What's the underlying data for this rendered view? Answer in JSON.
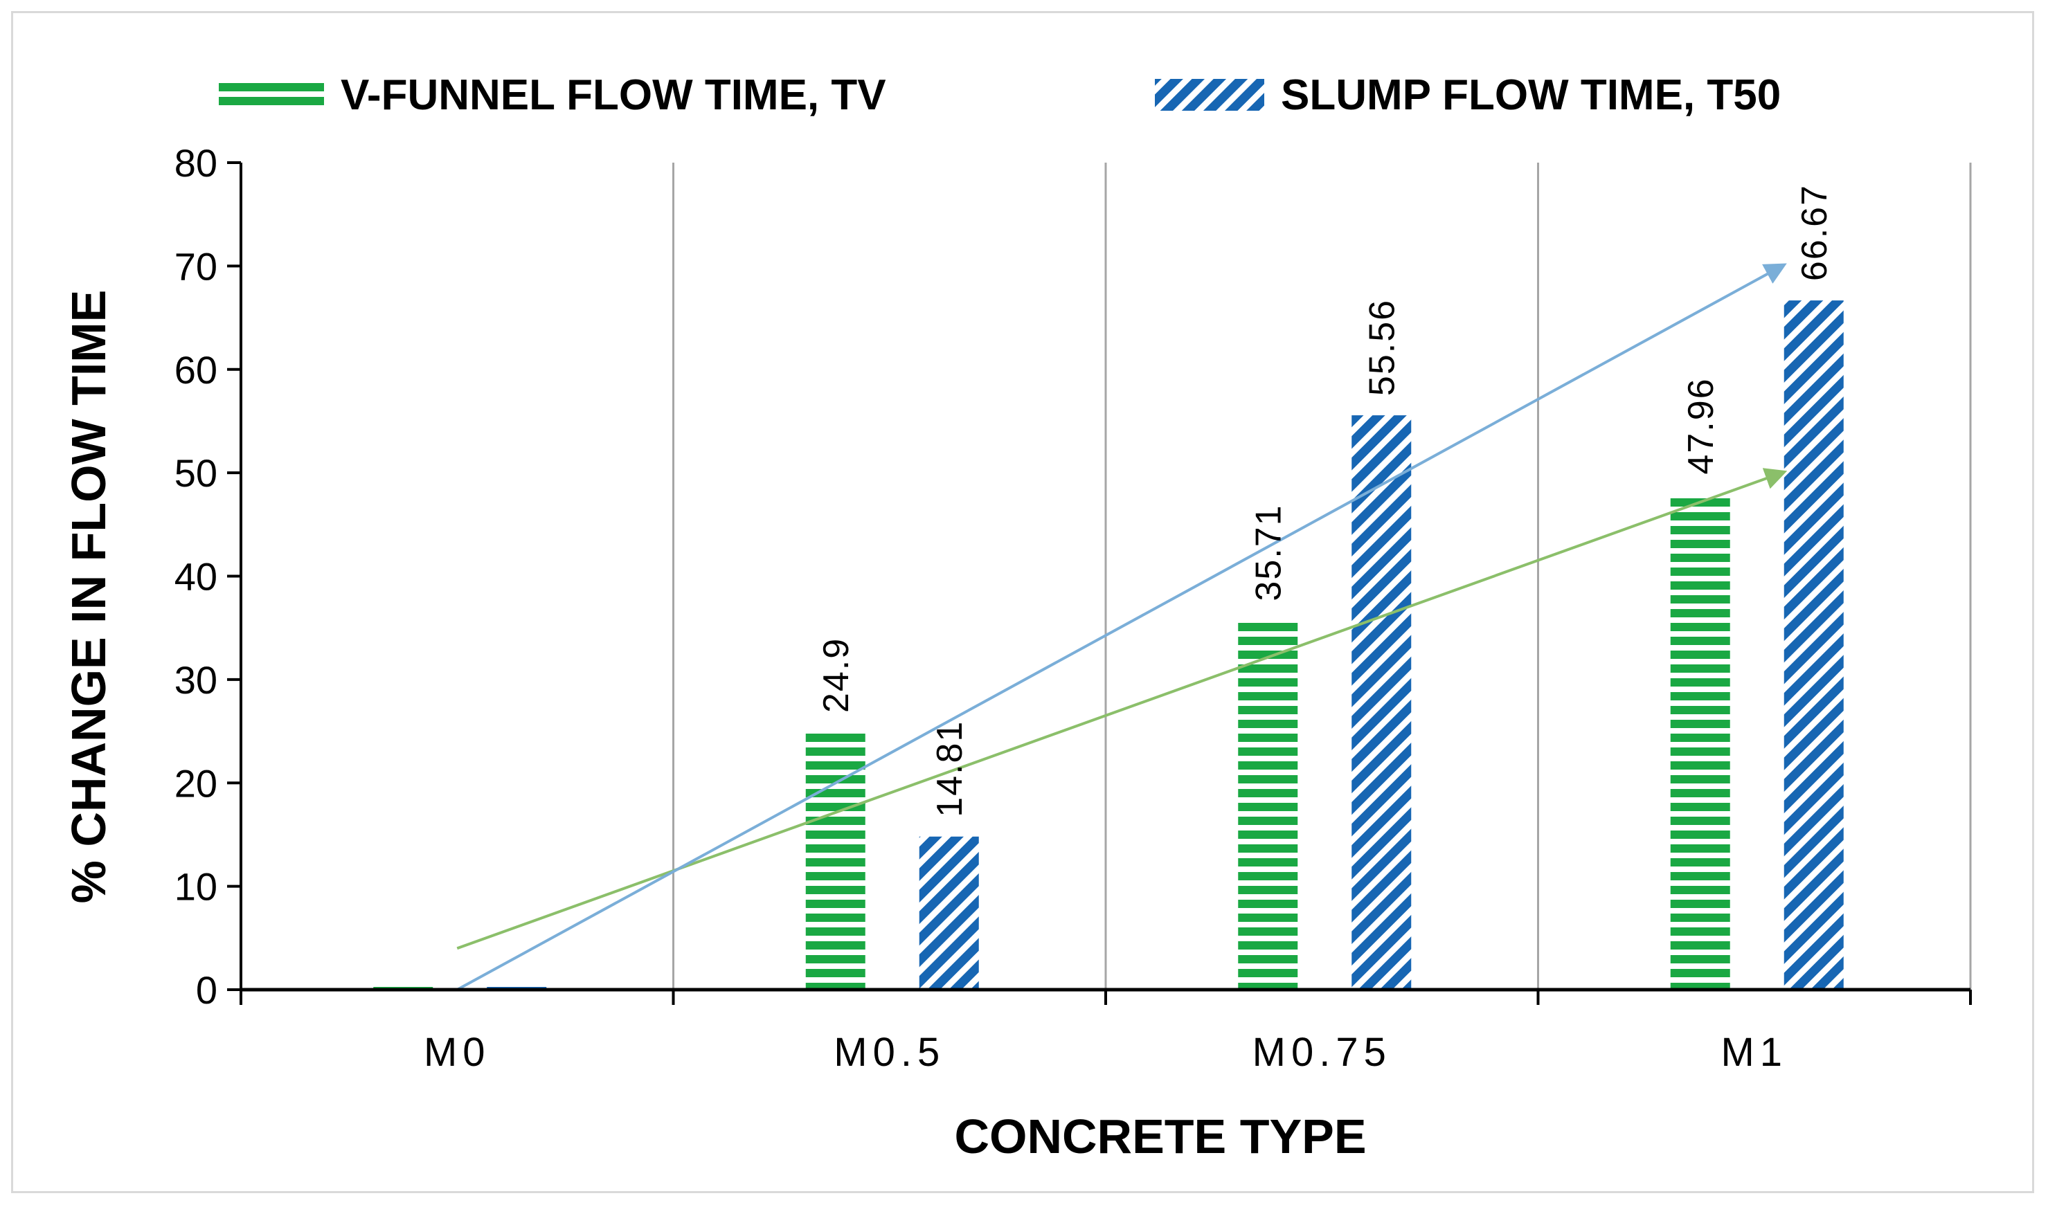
{
  "chart_data": {
    "type": "bar",
    "categories": [
      "M0",
      "M0.5",
      "M0.75",
      "M1"
    ],
    "series": [
      {
        "name": "V-FUNNEL FLOW TIME, TV",
        "values": [
          0,
          24.9,
          35.71,
          47.96
        ],
        "labels": [
          "",
          "24.9",
          "35.71",
          "47.96"
        ],
        "color": "#1aa843",
        "pattern": "horizontal-stripes"
      },
      {
        "name": "SLUMP FLOW TIME, T50",
        "values": [
          0,
          14.81,
          55.56,
          66.67
        ],
        "labels": [
          "",
          "14.81",
          "55.56",
          "66.67"
        ],
        "color": "#1766b3",
        "pattern": "diagonal-stripes"
      }
    ],
    "trendlines": [
      {
        "series": "V-FUNNEL FLOW TIME, TV",
        "color": "#8bbf6a",
        "start": [
          0,
          4
        ],
        "end": [
          3,
          50
        ],
        "arrow": true
      },
      {
        "series": "SLUMP FLOW TIME, T50",
        "color": "#7aaed8",
        "start": [
          0,
          0
        ],
        "end": [
          3,
          70
        ],
        "arrow": true
      }
    ],
    "xlabel": "CONCRETE TYPE",
    "ylabel": "% CHANGE IN FLOW TIME",
    "ylim": [
      0,
      80
    ],
    "yticks": [
      "0",
      "10",
      "20",
      "30",
      "40",
      "50",
      "60",
      "70",
      "80"
    ],
    "grid": "vertical category separators",
    "legend_position": "top"
  }
}
